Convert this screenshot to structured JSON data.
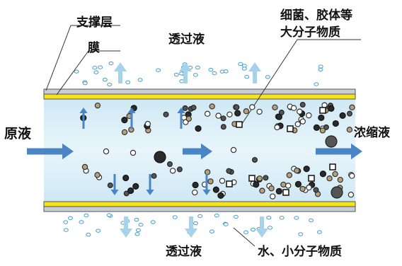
{
  "labels": {
    "support_layer": "支撑层",
    "membrane": "膜",
    "permeate_top": "透过液",
    "permeate_bottom": "透过液",
    "bacteria_line1": "细菌、胶体等",
    "bacteria_line2": "大分子物质",
    "feed": "原液",
    "concentrate": "浓缩液",
    "water_small": "水、小分子物质"
  },
  "colors": {
    "channel_fill": "#d9eef7",
    "support_layer": "#c8cdd6",
    "membrane": "#f4e21a",
    "arrow_blue": "#4a86c6",
    "arrow_light": "#a6d3ea"
  }
}
